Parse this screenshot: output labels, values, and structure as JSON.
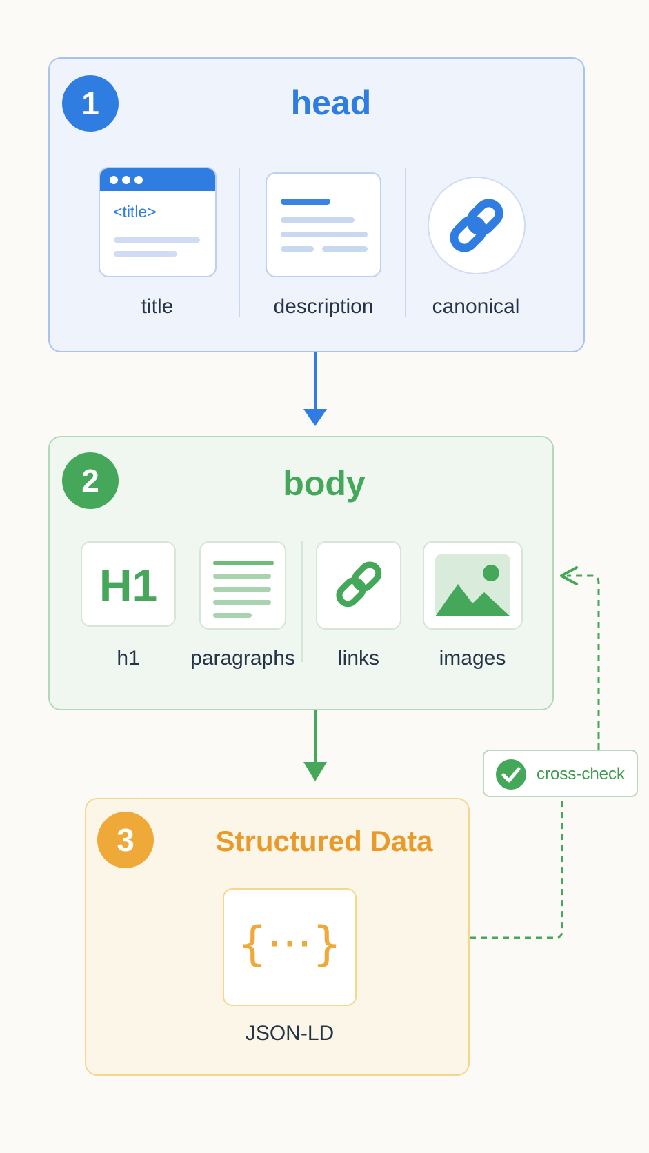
{
  "colors": {
    "head": "#2f7de1",
    "body": "#45a759",
    "structured": "#efa938",
    "text": "#253447"
  },
  "head": {
    "number": "1",
    "title": "head",
    "items": [
      {
        "label": "title",
        "icon": "browser-window-icon",
        "code": "<title>"
      },
      {
        "label": "description",
        "icon": "text-lines-icon"
      },
      {
        "label": "canonical",
        "icon": "link-icon"
      }
    ]
  },
  "body": {
    "number": "2",
    "title": "body",
    "items": [
      {
        "label": "h1",
        "icon": "h1-icon",
        "glyph": "H1"
      },
      {
        "label": "paragraphs",
        "icon": "paragraph-icon"
      },
      {
        "label": "links",
        "icon": "link-icon"
      },
      {
        "label": "images",
        "icon": "image-icon"
      }
    ]
  },
  "structured": {
    "number": "3",
    "title": "Structured Data",
    "item": {
      "label": "JSON-LD",
      "icon": "braces-icon",
      "glyph": "{···}"
    }
  },
  "feedback": {
    "label": "cross-check",
    "icon": "check-circle-icon"
  }
}
